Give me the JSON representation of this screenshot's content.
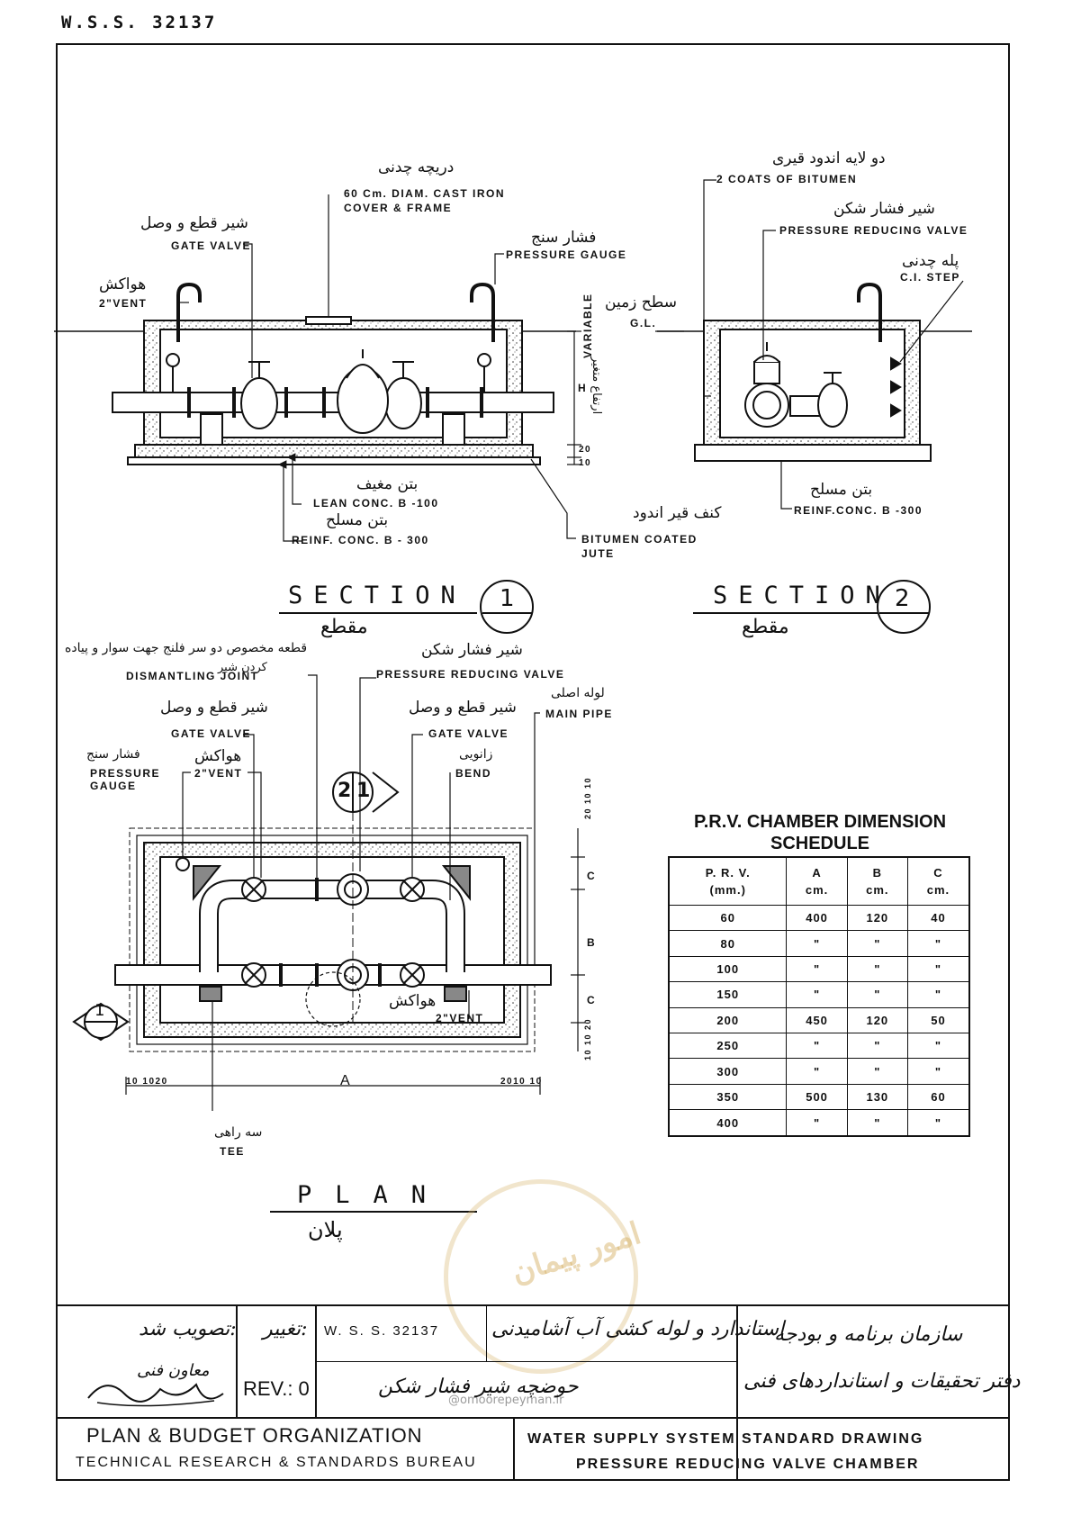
{
  "doc_id": "W.S.S. 32137",
  "section1": {
    "cover_fa": "دریچه چدنی",
    "cover_en_line1": "60 Cm. DIAM. CAST IRON",
    "cover_en_line2": "COVER & FRAME",
    "gate_valve_fa": "شیر قطع و وصل",
    "gate_valve_en": "GATE VALVE",
    "vent_fa": "هواکش",
    "vent_en": "2\"VENT",
    "gauge_fa": "فشار سنج",
    "gauge_en": "PRESSURE GAUGE",
    "variable_en": "VARIABLE",
    "variable_fa": "ارتفاع متغیر",
    "dim_h": "H",
    "dim_20": "20",
    "dim_10": "10",
    "lean_fa": "بتن مغیف",
    "lean_en": "LEAN CONC. B -100",
    "reinf_fa": "بتن مسلح",
    "reinf_en": "REINF. CONC. B - 300",
    "jute_fa": "کنف قیر اندود",
    "jute_en_line1": "BITUMEN COATED",
    "jute_en_line2": "JUTE",
    "title_en": "SECTION",
    "title_fa": "مقطع",
    "number": "1"
  },
  "section2": {
    "bitumen_fa": "دو لایه اندود قیری",
    "bitumen_en": "2 COATS OF BITUMEN",
    "prv_fa": "شیر فشار شکن",
    "prv_en": "PRESSURE REDUCING VALVE",
    "step_fa": "پله چدنی",
    "step_en": "C.I. STEP",
    "gl_fa": "سطح زمین",
    "gl_en": "G.L.",
    "reinf_fa": "بتن مسلح",
    "reinf_en": "REINF.CONC. B -300",
    "title_en": "SECTION",
    "title_fa": "مقطع",
    "number": "2"
  },
  "plan": {
    "dismantling_fa_line1": "قطعه مخصوص دو سر فلنج جهت سوار و پیاده",
    "dismantling_fa_line2": "کردن شیر",
    "dismantling_en": "DISMANTLING JOINT",
    "prv_fa": "شیر فشار شکن",
    "prv_en": "PRESSURE REDUCING VALVE",
    "main_pipe_fa": "لوله اصلی",
    "main_pipe_en": "MAIN PIPE",
    "gate_valve_left_fa": "شیر قطع و وصل",
    "gate_valve_left_en": "GATE VALVE",
    "gate_valve_right_fa": "شیر قطع و وصل",
    "gate_valve_right_en": "GATE VALVE",
    "vent_fa": "هواکش",
    "vent_en": "2\"VENT",
    "gauge_fa": "فشار سنج",
    "gauge_en_line1": "PRESSURE",
    "gauge_en_line2": "GAUGE",
    "bend_fa": "زانویی",
    "bend_en": "BEND",
    "vent2_fa": "هواکش",
    "vent2_en": "2\"VENT",
    "tee_fa": "سه راهی",
    "tee_en": "TEE",
    "dim_a": "A",
    "dim_b": "B",
    "dim_c": "C",
    "dim_left": "10 1020",
    "dim_right": "2010 10",
    "dim_top": "20 10 10",
    "dim_bottom": "10 10 20",
    "marker_sec2": "2",
    "marker_sec2_b": "1",
    "marker_sec1": "1",
    "title_en": "PLAN",
    "title_fa": "پلان"
  },
  "schedule": {
    "title_line1": "P.R.V. CHAMBER DIMENSION",
    "title_line2": "SCHEDULE",
    "headers": [
      {
        "top": "P. R. V.",
        "bottom": "(mm.)"
      },
      {
        "top": "A",
        "bottom": "cm."
      },
      {
        "top": "B",
        "bottom": "cm."
      },
      {
        "top": "C",
        "bottom": "cm."
      }
    ],
    "rows": [
      [
        "60",
        "400",
        "120",
        "40"
      ],
      [
        "80",
        "\"",
        "\"",
        "\""
      ],
      [
        "100",
        "\"",
        "\"",
        "\""
      ],
      [
        "150",
        "\"",
        "\"",
        "\""
      ],
      [
        "200",
        "450",
        "120",
        "50"
      ],
      [
        "250",
        "\"",
        "\"",
        "\""
      ],
      [
        "300",
        "\"",
        "\"",
        "\""
      ],
      [
        "350",
        "500",
        "130",
        "60"
      ],
      [
        "400",
        "\"",
        "\"",
        "\""
      ]
    ]
  },
  "title_block": {
    "approved_fa": "تصویب شد:",
    "deputy_fa": "معاون فنی",
    "change_fa": "تغییر:",
    "rev": "REV.: 0",
    "wss": "W. S. S. 32137",
    "standard_fa": "استاندارد و لوله کشی آب آشامیدنی",
    "chamber_fa": "حوضچه شیر فشار شکن",
    "org_fa": "سازمان برنامه و بودجه",
    "bureau_fa": "دفتر تحقیقات و استانداردهای فنی",
    "org_en": "PLAN & BUDGET ORGANIZATION",
    "bureau_en": "TECHNICAL RESEARCH & STANDARDS BUREAU",
    "system_en": "WATER SUPPLY SYSTEM STANDARD DRAWING",
    "chamber_en": "PRESSURE REDUCING VALVE CHAMBER"
  },
  "watermark": {
    "text_fa": "امور پیمان",
    "url": "@omoorepeyman.ir"
  }
}
